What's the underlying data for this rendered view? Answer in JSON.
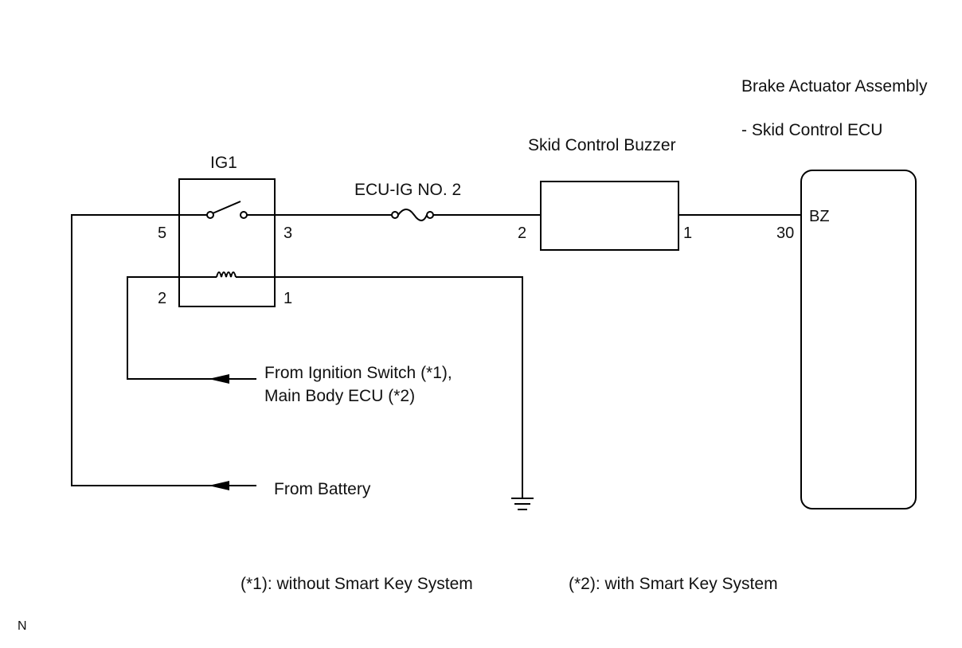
{
  "relay": {
    "name": "IG1",
    "pins": {
      "p5": "5",
      "p3": "3",
      "p2": "2",
      "p1": "1"
    }
  },
  "fuse": {
    "name": "ECU-IG NO. 2"
  },
  "buzzer": {
    "name": "Skid Control Buzzer",
    "pins": {
      "p2": "2",
      "p1": "1"
    }
  },
  "ecu": {
    "name_line1": "Brake Actuator Assembly",
    "name_line2": "- Skid Control ECU",
    "pin_number": "30",
    "pin_name": "BZ"
  },
  "sources": {
    "ignition_line1": "From Ignition Switch (*1),",
    "ignition_line2": "Main Body ECU (*2)",
    "battery": "From Battery"
  },
  "notes": {
    "note1": "(*1): without Smart Key System",
    "note2": "(*2): with Smart Key System"
  },
  "corner_mark": "N"
}
